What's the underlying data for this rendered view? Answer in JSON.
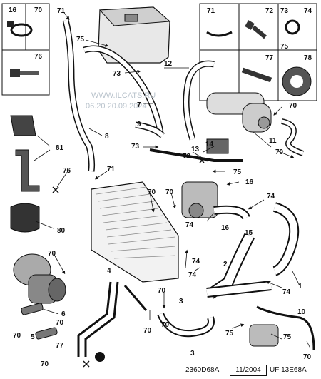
{
  "callouts": [
    {
      "id": "c16a",
      "text": "16"
    },
    {
      "id": "c70a",
      "text": "70"
    },
    {
      "id": "c76a",
      "text": "76"
    },
    {
      "id": "c71a",
      "text": "71"
    },
    {
      "id": "c75a",
      "text": "75"
    },
    {
      "id": "c73a",
      "text": "73"
    },
    {
      "id": "c7",
      "text": "7"
    },
    {
      "id": "c9",
      "text": "9"
    },
    {
      "id": "c8",
      "text": "8"
    },
    {
      "id": "c12",
      "text": "12"
    },
    {
      "id": "c71b",
      "text": "71"
    },
    {
      "id": "c72",
      "text": "72"
    },
    {
      "id": "c73b",
      "text": "73"
    },
    {
      "id": "c74a",
      "text": "74"
    },
    {
      "id": "c75b",
      "text": "75"
    },
    {
      "id": "c77",
      "text": "77"
    },
    {
      "id": "c78",
      "text": "78"
    },
    {
      "id": "c70b",
      "text": "70"
    },
    {
      "id": "c14",
      "text": "14"
    },
    {
      "id": "c13",
      "text": "13"
    },
    {
      "id": "c72b",
      "text": "72"
    },
    {
      "id": "c73c",
      "text": "73"
    },
    {
      "id": "c11",
      "text": "11"
    },
    {
      "id": "c70c",
      "text": "70"
    },
    {
      "id": "c81",
      "text": "81"
    },
    {
      "id": "c76b",
      "text": "76"
    },
    {
      "id": "c71c",
      "text": "71"
    },
    {
      "id": "c75c",
      "text": "75"
    },
    {
      "id": "c16b",
      "text": "16"
    },
    {
      "id": "c70d",
      "text": "70"
    },
    {
      "id": "c70e",
      "text": "70"
    },
    {
      "id": "c74b",
      "text": "74"
    },
    {
      "id": "c80",
      "text": "80"
    },
    {
      "id": "c74c",
      "text": "74"
    },
    {
      "id": "c16c",
      "text": "16"
    },
    {
      "id": "c15",
      "text": "15"
    },
    {
      "id": "c70f",
      "text": "70"
    },
    {
      "id": "c74d",
      "text": "74"
    },
    {
      "id": "c2",
      "text": "2"
    },
    {
      "id": "c74e",
      "text": "74"
    },
    {
      "id": "c1",
      "text": "1"
    },
    {
      "id": "c4",
      "text": "4"
    },
    {
      "id": "c70g",
      "text": "70"
    },
    {
      "id": "c3a",
      "text": "3"
    },
    {
      "id": "c74f",
      "text": "74"
    },
    {
      "id": "c6",
      "text": "6"
    },
    {
      "id": "c70h",
      "text": "70"
    },
    {
      "id": "c70i",
      "text": "70"
    },
    {
      "id": "c5",
      "text": "5"
    },
    {
      "id": "c77b",
      "text": "77"
    },
    {
      "id": "c70j",
      "text": "70"
    },
    {
      "id": "c70k",
      "text": "70"
    },
    {
      "id": "c3b",
      "text": "3"
    },
    {
      "id": "c10",
      "text": "10"
    },
    {
      "id": "c75d",
      "text": "75"
    },
    {
      "id": "c75e",
      "text": "75"
    },
    {
      "id": "c70l",
      "text": "70"
    },
    {
      "id": "c70m",
      "text": "70"
    }
  ],
  "watermark": {
    "line1": "WWW.ILCATS.RU",
    "line2": "06.20 20.09.2024"
  },
  "footer": {
    "ref": "2360D68A",
    "date": "11/2004",
    "uf": "UF 13E68A"
  }
}
